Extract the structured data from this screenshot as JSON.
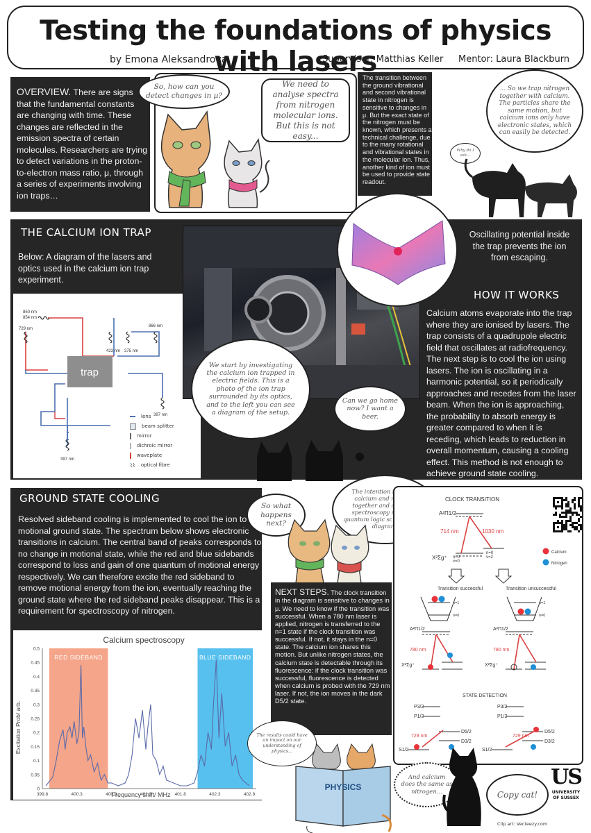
{
  "header": {
    "title": "Testing the foundations of physics with lasers",
    "author": "by Emona Aleksandrova",
    "supervisor": "Supervisor:  Matthias Keller",
    "mentor": "Mentor:  Laura Blackburn"
  },
  "overview": {
    "title": "OVERVIEW.",
    "text": "There are signs that the fundamental constants are changing with time. These changes are reflected in the emission spectra of certain molecules. Researchers are trying to detect variations in the proton-to-electron mass ratio, μ, through a series of experiments involving ion traps…"
  },
  "cats_intro": {
    "bubble1": "So, how can you detect changes in μ?",
    "bubble2": "We need to analyse spectra from nitrogen molecular ions. But this is not easy..."
  },
  "transition_box": {
    "text": "The transition between the ground vibrational and second vibrational state in nitrogen is sensitive to changes in μ. But the exact state of the nitrogen must be known, which presents a technical challenge, due to the many rotational and vibrational states in the molecular ion. Thus, another kind of ion must be used to provide state readout."
  },
  "trap_cats": {
    "bubble1": "... So we trap nitrogen together with calcium. The particles share the same motion, but calcium ions only have electronic states, which can easily be detected.",
    "bubble2": "Why do I ask..."
  },
  "calcium_trap": {
    "title": "THE  CALCIUM  ION  TRAP",
    "caption": "Below:  A diagram of the lasers and optics used in the calcium ion trap experiment.",
    "potential_caption": "Oscillating potential inside the trap prevents the ion from escaping.",
    "photo_bubble": "We start by investigating the calcium ion trapped in electric fields. This is a photo of the ion trap surrounded by its optics, and to the left you can see a diagram of the setup.",
    "beer_bubble": "Can we go home now? I want a beer."
  },
  "optics_diagram": {
    "trap_label": "trap",
    "lasers": [
      "850 nm",
      "854 nm",
      "729 nm",
      "423 nm",
      "375 nm",
      "866 nm",
      "397 nm",
      "397 nm"
    ],
    "legend": [
      "lens",
      "beam splitter",
      "mirror",
      "dichroic mirror",
      "waveplate",
      "optical fibre"
    ]
  },
  "how_it_works": {
    "title": "HOW  IT  WORKS",
    "text": "Calcium atoms evaporate into the trap where they are ionised by lasers. The trap consists of a quadrupole electric field that oscillates at radiofrequency. The next step is to cool the ion using lasers. The ion is oscillating in a harmonic potential, so it periodically approaches and recedes from the laser beam. When the ion is approaching, the probability to absorb energy is greater compared to when it is receding, which leads to reduction in overall momentum, causing a cooling effect. This method is not enough to achieve ground state cooling."
  },
  "ground_state": {
    "title": "GROUND STATE COOLING",
    "text": "Resolved sideband cooling is implemented to cool the ion to the motional ground state. The spectrum below shows electronic transitions in calcium. The central band of peaks corresponds to no change in motional state, while the red and blue sidebands correspond to loss and gain of one quantum of motional energy respectively. We can therefore excite the red sideband to remove motional energy from the ion, eventually reaching the ground state where the red sideband peaks disappear. This is a requirement for spectroscopy of nitrogen."
  },
  "chart_data": {
    "type": "line",
    "title": "Calcium spectroscopy",
    "xlabel": "Frequency shift/ MHz",
    "ylabel": "Excitation Prob/ arb.",
    "xlim": [
      399.8,
      402.9
    ],
    "ylim": [
      0,
      0.5
    ],
    "xticks": [
      "399.8",
      "400.3",
      "400.8",
      "401.3",
      "401.8",
      "402.3",
      "402.8"
    ],
    "yticks": [
      "0",
      "0.05",
      "0.1",
      "0.15",
      "0.2",
      "0.25",
      "0.3",
      "0.35",
      "0.4",
      "0.45",
      "0.5"
    ],
    "bands": [
      {
        "label": "RED SIDEBAND",
        "x0": 399.9,
        "x1": 400.75,
        "color": "#f4a58a"
      },
      {
        "label": "BLUE SIDEBAND",
        "x0": 402.05,
        "x1": 402.85,
        "color": "#57c0ee"
      }
    ],
    "series": [
      {
        "color": "#5a6aa8",
        "x": [
          399.85,
          399.95,
          400.0,
          400.05,
          400.1,
          400.13,
          400.16,
          400.2,
          400.23,
          400.26,
          400.3,
          400.33,
          400.36,
          400.38,
          400.4,
          400.43,
          400.46,
          400.5,
          400.55,
          400.6,
          400.65,
          400.7,
          400.75,
          400.8,
          400.9,
          401.0,
          401.05,
          401.1,
          401.15,
          401.2,
          401.25,
          401.3,
          401.33,
          401.37,
          401.4,
          401.45,
          401.5,
          401.55,
          401.6,
          401.7,
          401.8,
          401.9,
          402.0,
          402.05,
          402.1,
          402.15,
          402.2,
          402.25,
          402.28,
          402.32,
          402.36,
          402.4,
          402.45,
          402.5,
          402.55,
          402.6,
          402.65,
          402.7,
          402.8
        ],
        "y": [
          0.01,
          0.04,
          0.1,
          0.17,
          0.21,
          0.14,
          0.2,
          0.22,
          0.18,
          0.24,
          0.16,
          0.2,
          0.44,
          0.18,
          0.22,
          0.15,
          0.1,
          0.12,
          0.06,
          0.09,
          0.03,
          0.05,
          0.02,
          0.02,
          0.01,
          0.02,
          0.05,
          0.12,
          0.25,
          0.18,
          0.28,
          0.14,
          0.22,
          0.3,
          0.12,
          0.1,
          0.05,
          0.08,
          0.03,
          0.02,
          0.01,
          0.01,
          0.02,
          0.06,
          0.12,
          0.08,
          0.2,
          0.14,
          0.3,
          0.46,
          0.18,
          0.34,
          0.15,
          0.2,
          0.08,
          0.12,
          0.05,
          0.03,
          0.01
        ]
      }
    ]
  },
  "next_steps": {
    "title": "NEXT STEPS.",
    "text": "The clock transition in the diagram is sensitive to changes in μ. We need to know if the transition was successful. When a 780 nm laser is applied, nitrogen is transferred to the n=1 state if the clock transition was successful. If not, it stays in the n=0 state. The calcium ion shares this motion. But unlike nitrogen states, the calcium state is detectable through its fluorescence: if the clock transition was successful, fluorescence is detected when calcium is probed with the 729 nm laser. If not, the ion moves in the dark D5/2 state."
  },
  "cats_bottom": {
    "next_bubble": "So what happens next?",
    "intention_bubble": "The intention is to trap calcium and nitrogen together and carry out spectroscopy using the quantum logic scheme in the diagram.",
    "impact_bubble": "The results could have an impact on our understanding of physics...",
    "book_label": "PHYSICS",
    "calcium_bubble": "And calcium does the same as nitrogen...",
    "copy_bubble": "Copy cat!"
  },
  "clock_diagram": {
    "title": "CLOCK TRANSITION",
    "upper_state": "A²Π1/2",
    "lower_state": "X²Σg⁺",
    "laser_714": "714 nm",
    "laser_1030": "1030 nm",
    "n0v0": "n=0\nv=0",
    "n0v2": "n=0\nv=2",
    "legend_calcium": "Calcium",
    "legend_nitrogen": "Nitrogen",
    "success": "Transition successful",
    "unsuccess": "Transition unsuccessful",
    "laser_780": "780 nm",
    "state_detection": "STATE DETECTION",
    "laser_729": "729 nm",
    "p32": "P3/2",
    "p12": "P1/2",
    "d52": "D5/2",
    "d32": "D3/2",
    "s12": "S1/2",
    "n1": "n=1",
    "n0": "n=0",
    "colors": {
      "calcium": "#e8333a",
      "nitrogen": "#1f8fd6"
    }
  },
  "footer": {
    "logo": "US",
    "university": "UNIVERSITY OF SUSSEX",
    "clipart": "Clip art: Vecteezy.com"
  }
}
